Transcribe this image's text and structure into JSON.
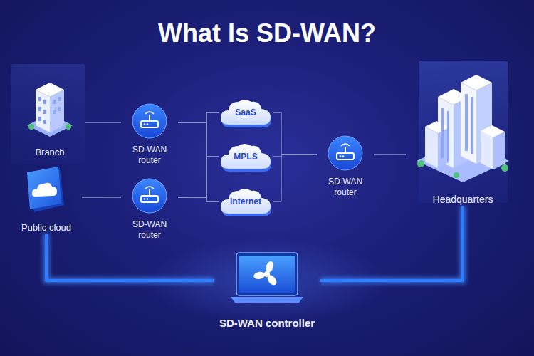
{
  "diagram": {
    "title": "What Is SD-WAN?",
    "nodes": [
      {
        "text": [
          "Branch"
        ]
      },
      {
        "text": [
          "SD-WAN router"
        ]
      },
      {
        "text": [
          "SaaS"
        ]
      },
      {
        "text": [
          "MPLS"
        ]
      },
      {
        "text": [
          "SD-WAN router"
        ]
      },
      {
        "text": [
          "Headquarters"
        ]
      },
      {
        "text": [
          "Public cloud"
        ]
      },
      {
        "text": [
          "SD-WAN router"
        ]
      },
      {
        "text": [
          "Internet"
        ]
      },
      {
        "text": [
          "SD-WAN controller"
        ]
      }
    ],
    "edges": [
      {
        "from": 0,
        "to": 1,
        "arrow": "none"
      },
      {
        "from": 1,
        "to": 2,
        "arrow": "none"
      },
      {
        "from": 1,
        "to": 3,
        "arrow": "none"
      },
      {
        "from": 1,
        "to": 8,
        "arrow": "none"
      },
      {
        "from": 6,
        "to": 7,
        "arrow": "none"
      },
      {
        "from": 7,
        "to": 2,
        "arrow": "none"
      },
      {
        "from": 7,
        "to": 3,
        "arrow": "none"
      },
      {
        "from": 7,
        "to": 8,
        "arrow": "none"
      },
      {
        "from": 2,
        "to": 4,
        "arrow": "none"
      },
      {
        "from": 3,
        "to": 4,
        "arrow": "none"
      },
      {
        "from": 8,
        "to": 4,
        "arrow": "none"
      },
      {
        "from": 4,
        "to": 5,
        "arrow": "none"
      },
      {
        "from": 6,
        "to": 9,
        "arrow": "none"
      },
      {
        "from": 5,
        "to": 9,
        "arrow": "none"
      }
    ]
  }
}
